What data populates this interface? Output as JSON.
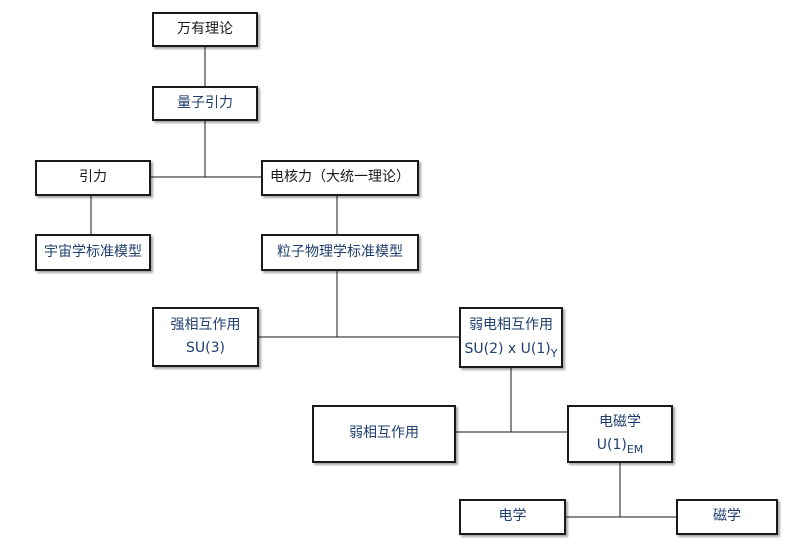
{
  "nodes": {
    "theory_of_everything": "万有理论",
    "quantum_gravity": "量子引力",
    "gravity": "引力",
    "electronuclear": "电核力（大统一理论）",
    "cosmology_standard_model": "宇宙学标准模型",
    "particle_standard_model": "粒子物理学标准模型",
    "strong": {
      "name": "强相互作用",
      "group": "SU(3)"
    },
    "electroweak": {
      "name": "弱电相互作用",
      "group": "SU(2) x U(1)",
      "group_sub": "Y"
    },
    "weak": "弱相互作用",
    "electromagnetism": {
      "name": "电磁学",
      "group": "U(1)",
      "group_sub": "EM"
    },
    "electricity": "电学",
    "magnetism": "磁学"
  }
}
